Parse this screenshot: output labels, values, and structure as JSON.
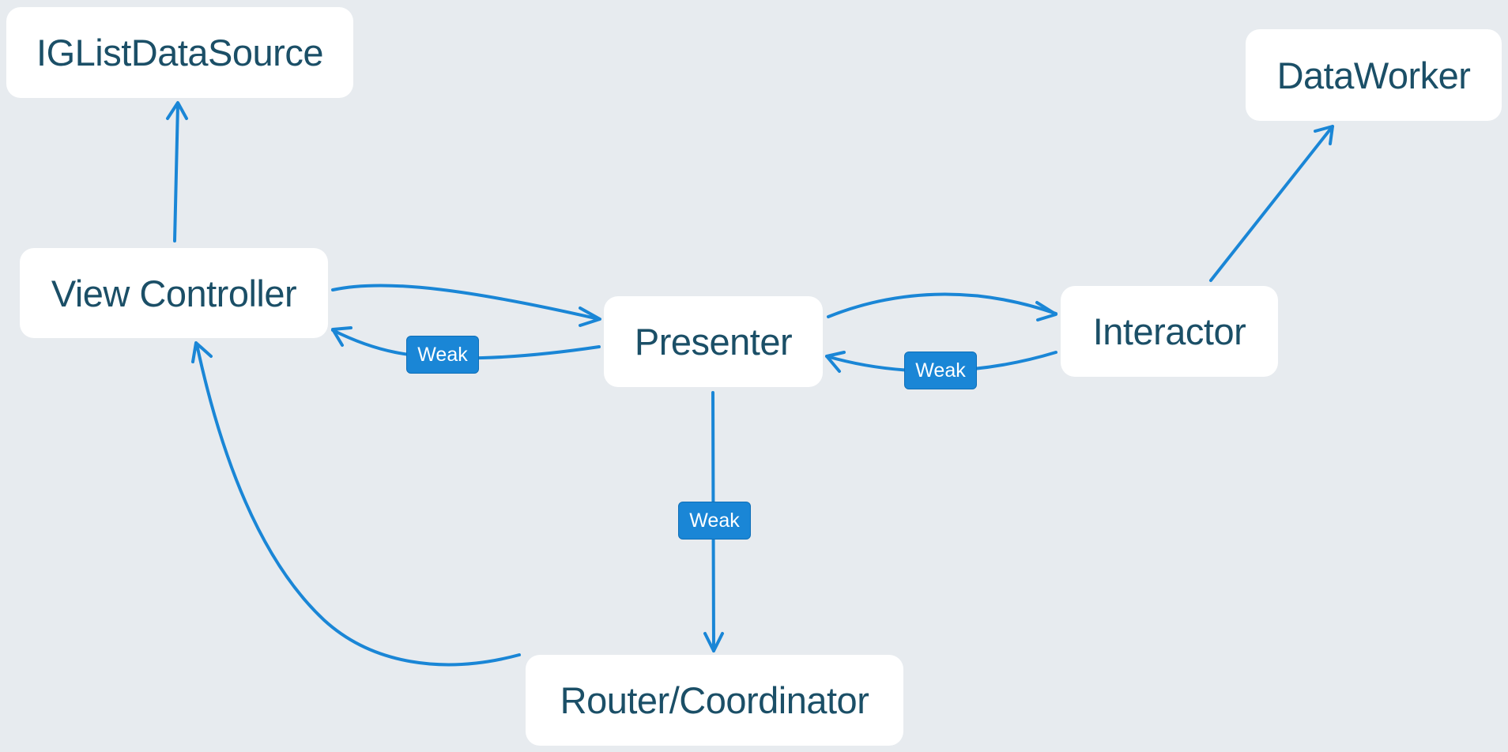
{
  "diagram": {
    "nodes": {
      "ig_list_data_source": "IGListDataSource",
      "data_worker": "DataWorker",
      "view_controller": "View Controller",
      "presenter": "Presenter",
      "interactor": "Interactor",
      "router_coordinator": "Router/Coordinator"
    },
    "badges": {
      "presenter_to_view_controller": "Weak",
      "interactor_to_presenter": "Weak",
      "presenter_to_router": "Weak"
    },
    "colors": {
      "background": "#e7ebef",
      "node_fill": "#ffffff",
      "node_text": "#1b4f67",
      "edge": "#1a86d6",
      "badge_fill": "#1a86d6",
      "badge_text": "#ffffff"
    }
  }
}
